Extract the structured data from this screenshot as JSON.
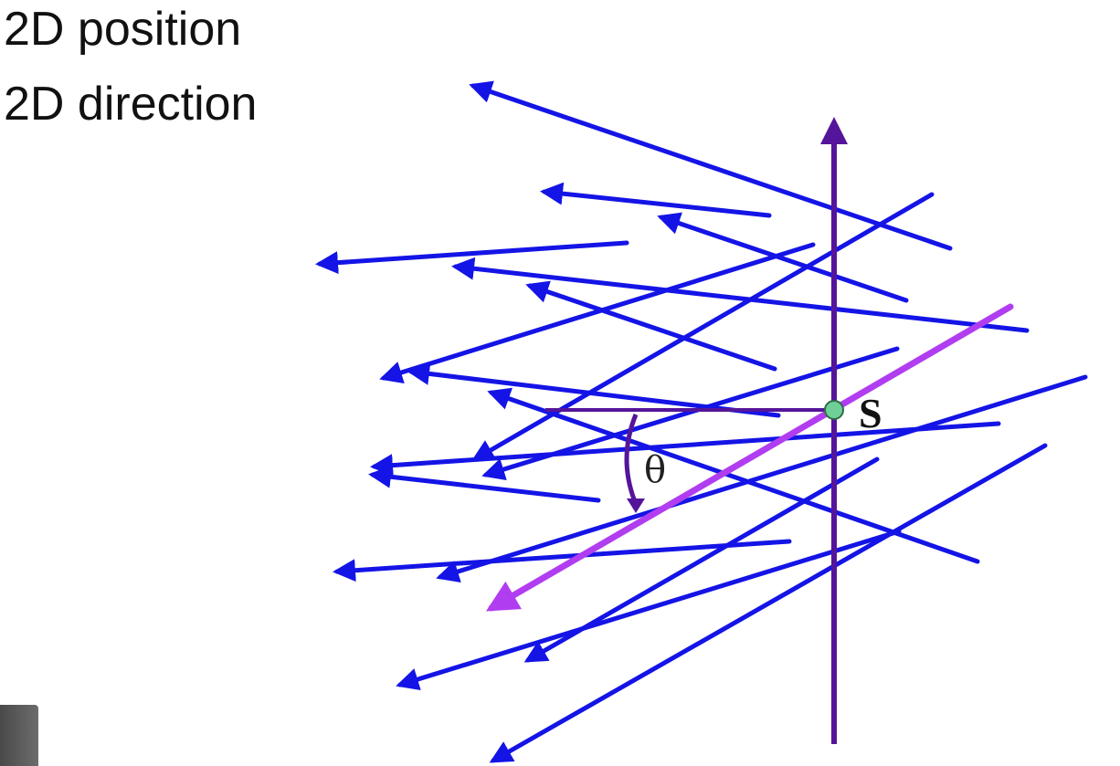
{
  "slide": {
    "lines": [
      "2D position",
      "2D direction"
    ]
  },
  "diagram": {
    "point_label": "S",
    "angle_label": "θ",
    "colors": {
      "ray": "#1414e6",
      "axis": "#55159a",
      "highlight_ray": "#b13df0",
      "point_fill": "#6fcf97",
      "point_stroke": "#2f6b47"
    },
    "icons": [
      "arrowhead-icon"
    ]
  }
}
